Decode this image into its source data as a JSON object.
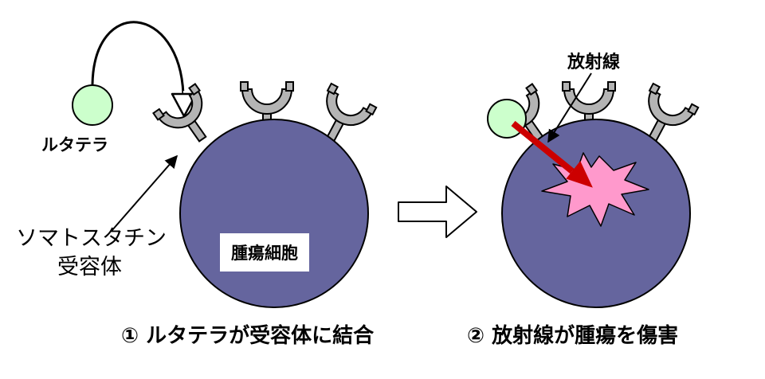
{
  "labels": {
    "drug": "ルタテラ",
    "receptor_line1": "ソマトスタチン",
    "receptor_line2": "受容体",
    "tumor_cell": "腫瘍細胞",
    "radiation": "放射線"
  },
  "captions": {
    "step1": "① ルタテラが受容体に結合",
    "step2": "② 放射線が腫瘍を傷害"
  },
  "colors": {
    "cell": "#65659e",
    "receptor": "#b4b4b4",
    "drug": "#ccffcc",
    "radiation_burst": "#ff99cc",
    "radiation_arrow": "#cc0000"
  },
  "icons": {
    "step_arrow": "right-arrow-outline-icon",
    "binding_arrow": "curved-arrow-icon"
  }
}
